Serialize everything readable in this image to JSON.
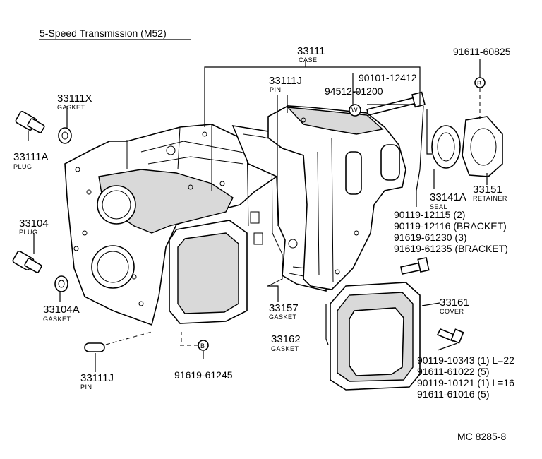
{
  "title": "5-Speed Transmission (M52)",
  "figure_code": "MC 8285-8",
  "callouts": {
    "case": {
      "num": "33111",
      "desc": "CASE"
    },
    "pin_top": {
      "num": "33111J",
      "desc": "PIN"
    },
    "gasket_x": {
      "num": "33111X",
      "desc": "GASKET"
    },
    "plug_a": {
      "num": "33111A",
      "desc": "PLUG"
    },
    "plug_104": {
      "num": "33104",
      "desc": "PLUG"
    },
    "gasket_104a": {
      "num": "33104A",
      "desc": "GASKET"
    },
    "pin_bottom": {
      "num": "33111J",
      "desc": "PIN"
    },
    "seal": {
      "num": "33141A",
      "desc": "SEAL"
    },
    "retainer": {
      "num": "33151",
      "desc": "RETAINER"
    },
    "gasket_157": {
      "num": "33157",
      "desc": "GASKET"
    },
    "cover": {
      "num": "33161",
      "desc": "COVER"
    },
    "gasket_162": {
      "num": "33162",
      "desc": "GASKET"
    }
  },
  "part_numbers": {
    "bolt_a": "90101-12412",
    "washer": "94512-01200",
    "top_right": "91611-60825",
    "bottom_left": "91619-61245"
  },
  "bolt_list_1": [
    "90119-12115 (2)",
    "90119-12116 (BRACKET)",
    "91619-61230 (3)",
    "91619-61235 (BRACKET)"
  ],
  "bolt_list_2": [
    "90119-10343 (1) L=22",
    "91611-61022 (5)",
    "90119-10121 (1) L=16",
    "91611-61016 (5)"
  ],
  "markers": {
    "b_marker": "B",
    "w_marker": "W"
  }
}
